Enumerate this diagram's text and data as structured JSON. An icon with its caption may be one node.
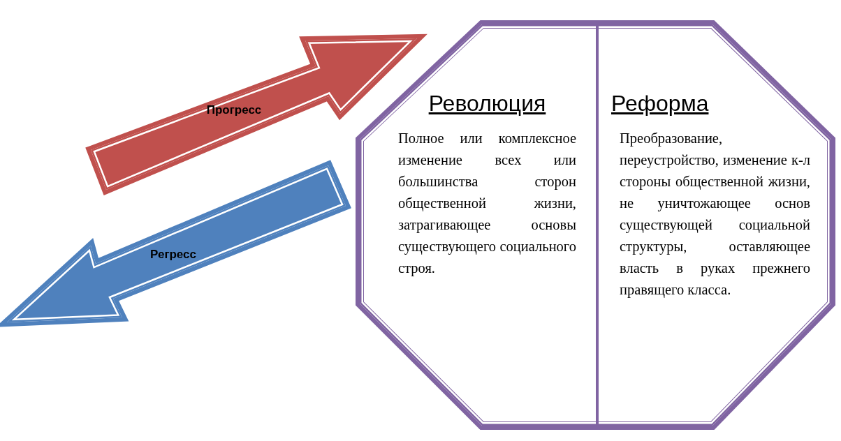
{
  "diagram": {
    "nodes": [
      {
        "text": [
          "Прогресс"
        ]
      },
      {
        "text": [
          "Регресс"
        ]
      },
      {
        "text": [],
        "shape": "octagon"
      },
      {
        "text": [
          "Революция",
          "Полное или комплексное изменение всех или большинства сторон общественной жизни, затрагивающее основы существующего социального строя."
        ],
        "in": 2
      },
      {
        "text": [
          "Реформа",
          "Преобразование, переустройство, изменение к-л стороны общественной жизни, не уничтожающее основ существующей социальной структуры, оставляющее власть в руках прежнего правящего класса."
        ],
        "in": 2
      }
    ]
  }
}
